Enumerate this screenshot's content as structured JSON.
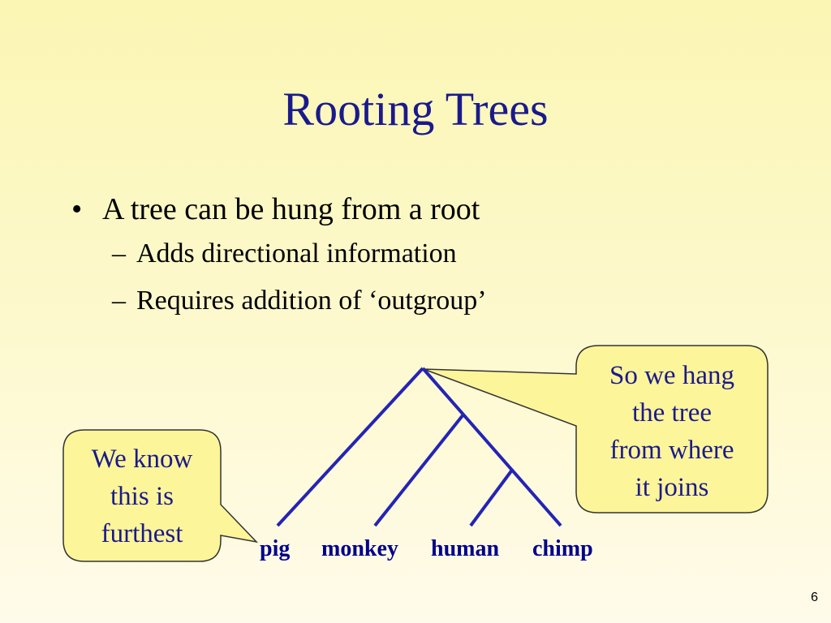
{
  "slide": {
    "title": "Rooting Trees",
    "bullet": {
      "marker": "•",
      "text": "A tree can be hung from a root"
    },
    "sub_bullets": [
      {
        "marker": "–",
        "text": "Adds directional information"
      },
      {
        "marker": "–",
        "text": "Requires addition of ‘outgroup’"
      }
    ],
    "tree": {
      "leaves": [
        "pig",
        "monkey",
        "human",
        "chimp"
      ],
      "line_color": "#2424b4"
    },
    "callouts": {
      "right": [
        "So we hang",
        "the tree",
        "from where",
        "it joins"
      ],
      "left": [
        "We know",
        "this is",
        "furthest"
      ],
      "fill": "#fdf59a",
      "border": "#333333"
    },
    "page_number": "6"
  }
}
